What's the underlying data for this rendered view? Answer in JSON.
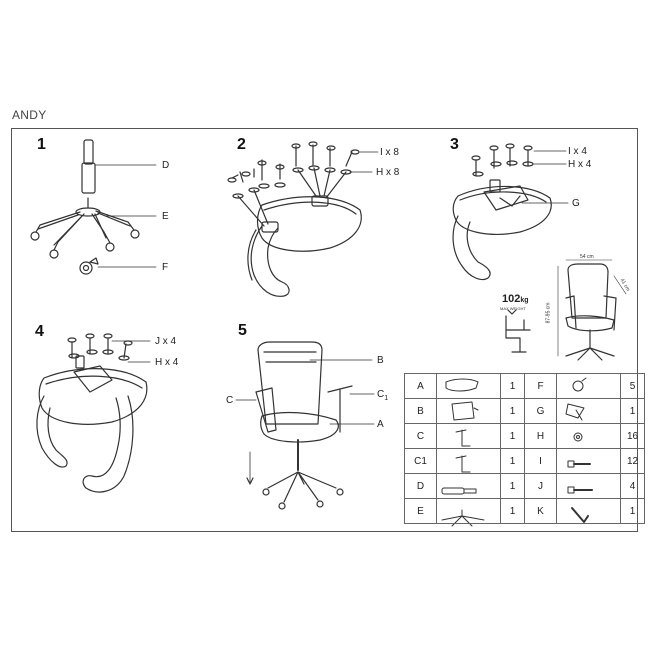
{
  "title": "ANDY",
  "steps": {
    "s1": "1",
    "s2": "2",
    "s3": "3",
    "s4": "4",
    "s5": "5"
  },
  "labels": {
    "step1_d": "D",
    "step1_e": "E",
    "step1_f": "F",
    "step2_i": "I x 8",
    "step2_h": "H x 8",
    "step3_i": "I x 4",
    "step3_h": "H x 4",
    "step3_g": "G",
    "step4_j": "J x 4",
    "step4_h": "H x 4",
    "step5_b": "B",
    "step5_c": "C",
    "step5_c1": "C",
    "step5_c1_sub": "1",
    "step5_a": "A"
  },
  "capacity": {
    "weight": "102",
    "unit": "kg",
    "note": "MAX WEIGHT"
  },
  "dimensions": {
    "width": "54 cm",
    "depth": "41 cm",
    "height": "87-95 cm"
  },
  "parts": [
    {
      "left": {
        "letter": "A",
        "qty": "1"
      },
      "right": {
        "letter": "F",
        "qty": "5"
      }
    },
    {
      "left": {
        "letter": "B",
        "qty": "1"
      },
      "right": {
        "letter": "G",
        "qty": "1"
      }
    },
    {
      "left": {
        "letter": "C",
        "qty": "1"
      },
      "right": {
        "letter": "H",
        "qty": "16"
      }
    },
    {
      "left": {
        "letter": "C1",
        "qty": "1"
      },
      "right": {
        "letter": "I",
        "qty": "12"
      }
    },
    {
      "left": {
        "letter": "D",
        "qty": "1"
      },
      "right": {
        "letter": "J",
        "qty": "4"
      }
    },
    {
      "left": {
        "letter": "E",
        "qty": "1"
      },
      "right": {
        "letter": "K",
        "qty": "1"
      }
    }
  ]
}
